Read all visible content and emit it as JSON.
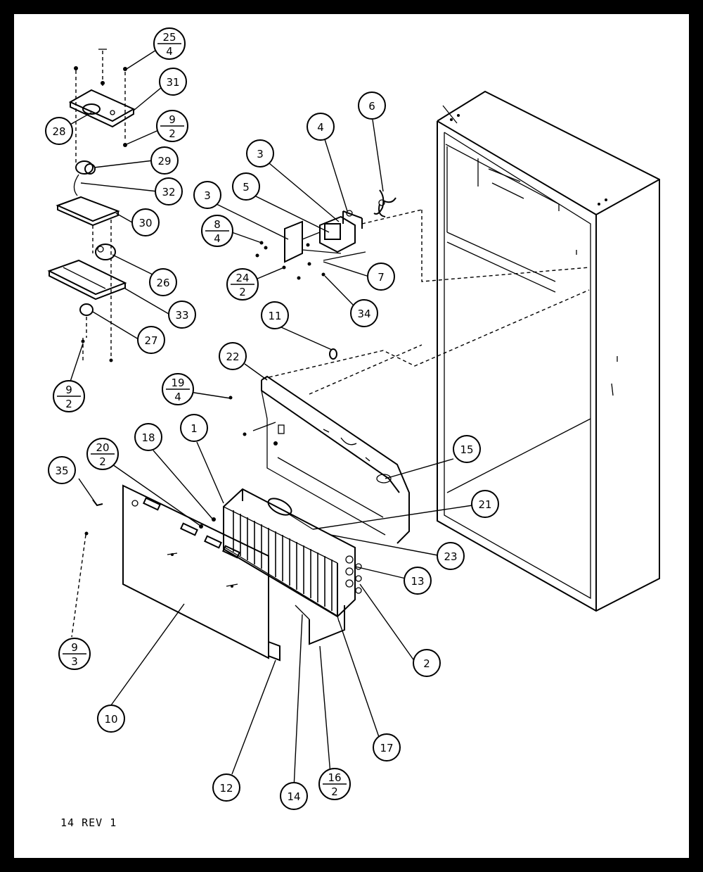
{
  "footer_text": "14 REV 1",
  "callouts": {
    "c1": "1",
    "c2": "2",
    "c3a": "3",
    "c3b": "3",
    "c4": "4",
    "c5": "5",
    "c6": "6",
    "c7": "7",
    "c10": "10",
    "c11": "11",
    "c12": "12",
    "c13": "13",
    "c14": "14",
    "c15": "15",
    "c17": "17",
    "c18": "18",
    "c21": "21",
    "c22": "22",
    "c23": "23",
    "c26": "26",
    "c27": "27",
    "c28": "28",
    "c29": "29",
    "c30": "30",
    "c31": "31",
    "c32": "32",
    "c33": "33",
    "c34": "34",
    "c35": "35"
  },
  "fractions": {
    "f25": {
      "top": "25",
      "bottom": "4"
    },
    "f9a": {
      "top": "9",
      "bottom": "2"
    },
    "f8": {
      "top": "8",
      "bottom": "4"
    },
    "f24": {
      "top": "24",
      "bottom": "2"
    },
    "f9b": {
      "top": "9",
      "bottom": "2"
    },
    "f19": {
      "top": "19",
      "bottom": "4"
    },
    "f20": {
      "top": "20",
      "bottom": "2"
    },
    "f9c": {
      "top": "9",
      "bottom": "3"
    },
    "f16": {
      "top": "16",
      "bottom": "2"
    }
  }
}
